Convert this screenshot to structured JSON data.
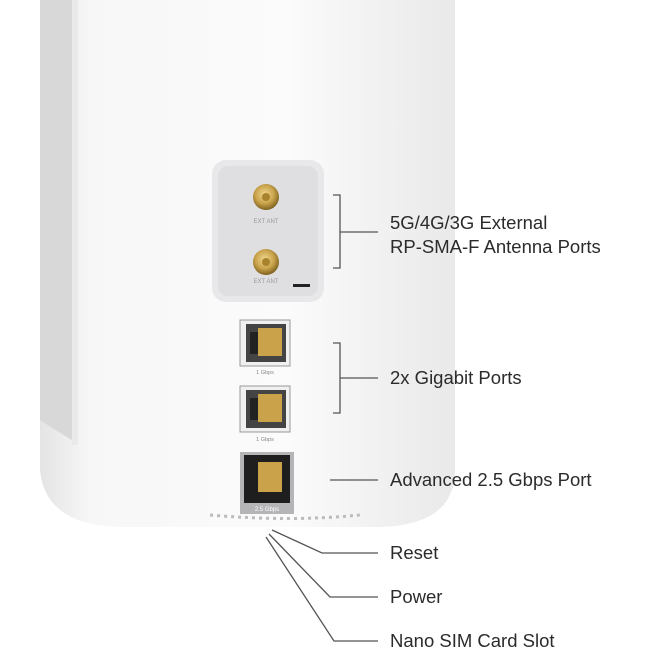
{
  "callouts": {
    "antenna_line1": "5G/4G/3G External",
    "antenna_line2": "RP-SMA-F Antenna Ports",
    "gigabit": "2x Gigabit Ports",
    "advanced": "Advanced 2.5 Gbps Port",
    "reset": "Reset",
    "power": "Power",
    "sim": "Nano SIM Card Slot"
  },
  "device_labels": {
    "ext_ant_1": "EXT ANT",
    "ext_ant_2": "EXT ANT",
    "port1_speed": "1 Gbps",
    "port2_speed": "1 Gbps",
    "port3_speed": "2.5 Gbps"
  },
  "colors": {
    "gold": "#c9a24a",
    "line": "#555555"
  }
}
